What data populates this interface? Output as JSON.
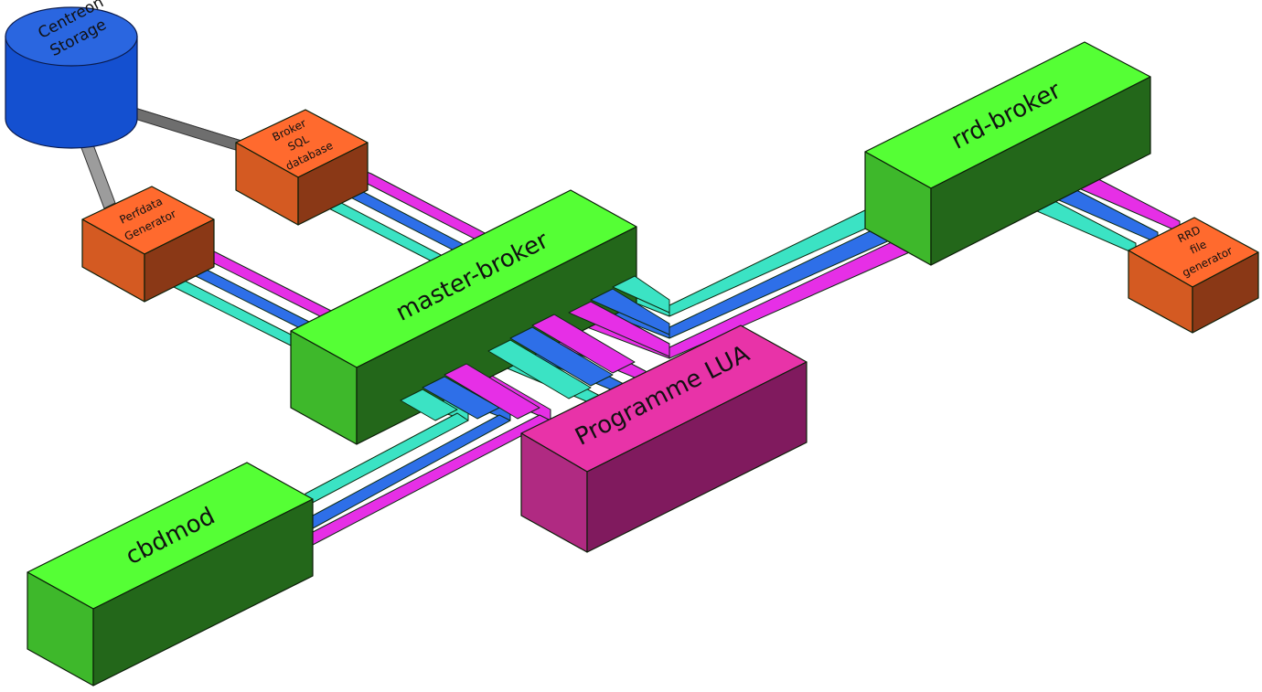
{
  "colors": {
    "green_top": "#55FF35",
    "green_front": "#3EB82B",
    "green_side": "#23671A",
    "orange_top": "#FF6A2E",
    "orange_front": "#D45A22",
    "orange_side": "#8A3816",
    "magenta_top": "#E833A8",
    "magenta_front": "#B02A82",
    "magenta_side": "#801A5E",
    "cyan": "#3BE3C4",
    "blue": "#2E6FE8",
    "pink": "#E62FE6",
    "gray": "#9C9C9C",
    "storage": "#1450D0"
  },
  "nodes": {
    "centreon_storage": {
      "line1": "Centreon",
      "line2": "Storage"
    },
    "broker_sql": {
      "line1": "Broker",
      "line2": "SQL",
      "line3": "database"
    },
    "perfdata": {
      "line1": "Perfdata",
      "line2": "Generator"
    },
    "master_broker": {
      "label": "master-broker"
    },
    "rrd_broker": {
      "label": "rrd-broker"
    },
    "rrd_file": {
      "line1": "RRD",
      "line2": "file",
      "line3": "generator"
    },
    "programme_lua": {
      "label": "Programme LUA"
    },
    "cbdmod": {
      "label": "cbdmod"
    }
  }
}
